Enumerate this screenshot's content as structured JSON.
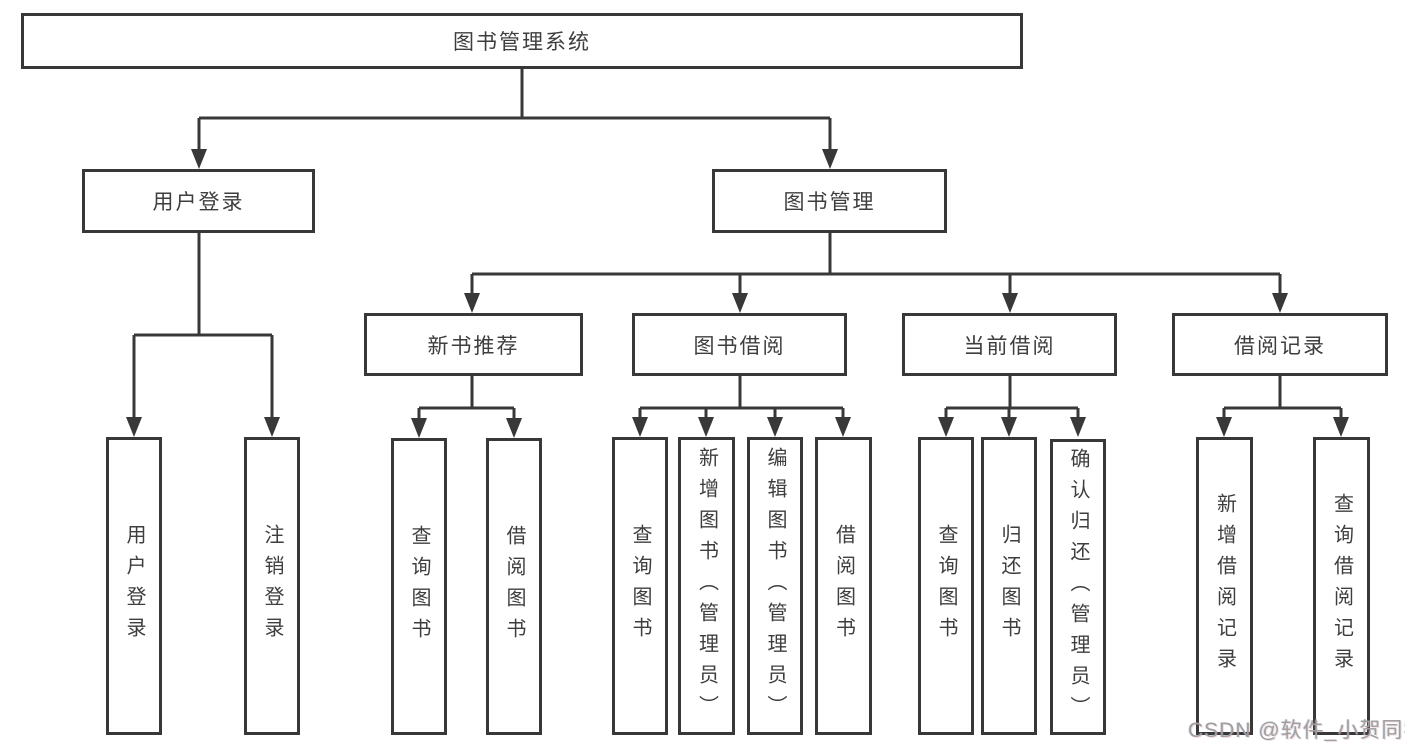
{
  "diagram": {
    "root": "图书管理系统",
    "level2": [
      "用户登录",
      "图书管理"
    ],
    "level3": [
      "新书推荐",
      "图书借阅",
      "当前借阅",
      "借阅记录"
    ],
    "leaves_user_login": [
      "用户登录",
      "注销登录"
    ],
    "leaves_new_books": [
      "查询图书",
      "借阅图书"
    ],
    "leaves_book_borrow": [
      "查询图书",
      "新增图书（管理员）",
      "编辑图书（管理员）",
      "借阅图书"
    ],
    "leaves_current_borrow": [
      "查询图书",
      "归还图书",
      "确认归还（管理员）"
    ],
    "leaves_borrow_records": [
      "新增借阅记录",
      "查询借阅记录"
    ]
  },
  "watermark": {
    "text": "CSDN @软件_小贺同学"
  },
  "colors": {
    "line": "#383838",
    "box": "#ffffff",
    "text": "#3e3e3e",
    "watermark": "#9f9f9f"
  }
}
